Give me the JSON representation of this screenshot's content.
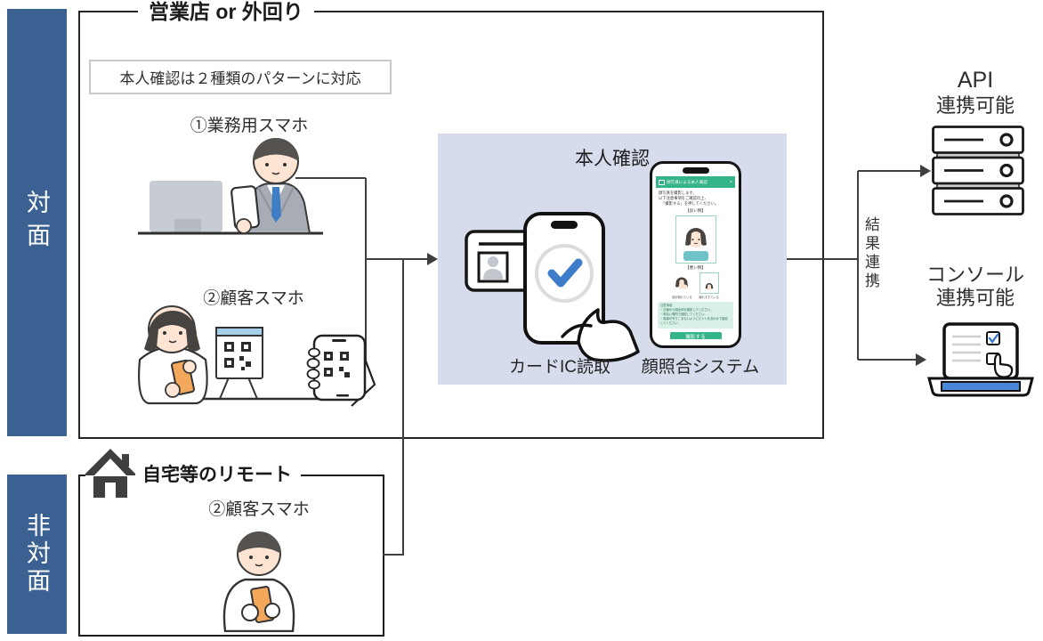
{
  "sidebar": {
    "face_to_face": "対面",
    "non_face_to_face": "非対面"
  },
  "branch_section": {
    "title": "営業店 or 外回り",
    "note": "本人確認は２種類のパターンに対応",
    "pattern1_label": "①業務用スマホ",
    "pattern2_label": "②顧客スマホ"
  },
  "verification_panel": {
    "title": "本人確認",
    "card_reading_label": "カードIC読取",
    "face_matching_label": "顔照合システム",
    "phone_screen": {
      "header_title": "顔写真による本人確認",
      "close": "×",
      "body_line1": "顔写真を撮影します。",
      "body_line2": "以下注意事項をご確認の上、",
      "body_line3": "「撮影する」を押してください。",
      "good_example_label": "【良い例】",
      "bad_example_label": "【悪い例】",
      "bad_caption1": "顔が隠れている",
      "bad_caption2": "離れすぎている",
      "notice_title": "注意事項",
      "notice_line1": "・正面から顔全体を撮影してください。",
      "notice_line2": "・明るい場所で撮影してください。",
      "notice_line3": "・背景が写りこまないようにピントを合わせて撮影してください。",
      "capture_button": "撮影する"
    }
  },
  "output_section": {
    "api_line1": "API",
    "api_line2": "連携可能",
    "console_line1": "コンソール",
    "console_line2": "連携可能",
    "result_link_label": "結果連携"
  },
  "remote_section": {
    "title": "自宅等のリモート",
    "pattern2_label": "②顧客スマホ"
  },
  "colors": {
    "sidebar_blue": "#3A6191",
    "panel_blue": "#D6DCEB",
    "accent_green": "#35B389",
    "check_blue": "#3D7CC9",
    "line_gray": "#3f3f3f"
  }
}
